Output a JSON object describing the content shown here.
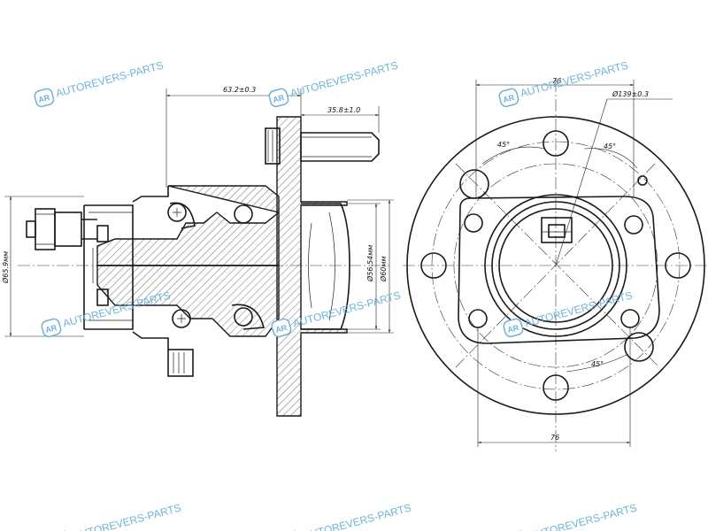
{
  "drawing": {
    "dimensions": {
      "overall_length": "63.2±0.3",
      "stud_length": "35.8±1.0",
      "seal_diameter": "Ø65.9мм",
      "pilot_diameter": "Ø56.54мм",
      "flange_recess_diameter": "Ø60мм",
      "width_top": "76",
      "width_bottom": "76",
      "bolt_circle": "Ø139±0.3",
      "angle_1": "45°",
      "angle_2": "45°",
      "angle_3": "45°"
    },
    "watermark": {
      "text": "AUTOREVERS-PARTS",
      "logo": "AR"
    }
  }
}
